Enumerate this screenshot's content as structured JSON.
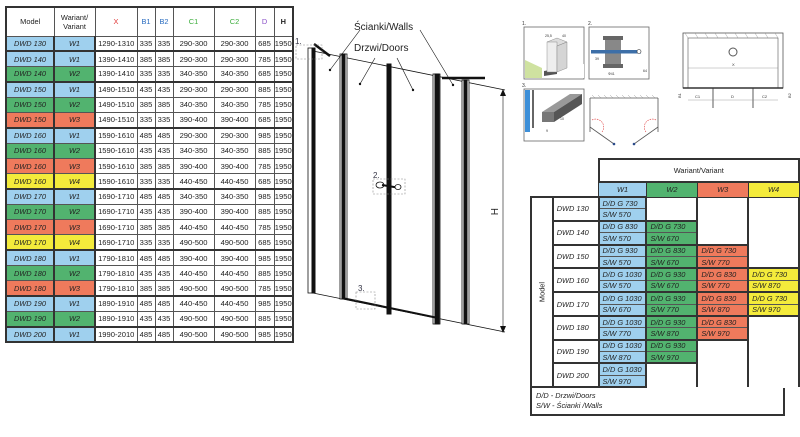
{
  "colors": {
    "w1": "#9fd0ee",
    "w2": "#52b36f",
    "w3": "#ef7a5c",
    "w4": "#f4eb3b",
    "header_x": "#e03a3a",
    "header_b": "#2a6cc0",
    "header_c": "#3cae3c",
    "header_d": "#8a4fc8",
    "header_h": "#222222"
  },
  "spec_table": {
    "headers": {
      "model": "Model",
      "variant_line1": "Wariant/",
      "variant_line2": "Variant",
      "x": "X",
      "b1": "B1",
      "b2": "B2",
      "c1": "C1",
      "c2": "C2",
      "d": "D",
      "h": "H"
    },
    "rows": [
      {
        "model": "DWD 130",
        "variant": "W1",
        "x": "1290-1310",
        "b1": "335",
        "b2": "335",
        "c1": "290-300",
        "c2": "290-300",
        "d": "685",
        "h": "1950"
      },
      {
        "model": "DWD 140",
        "variant": "W1",
        "x": "1390-1410",
        "b1": "385",
        "b2": "385",
        "c1": "290-300",
        "c2": "290-300",
        "d": "785",
        "h": "1950"
      },
      {
        "model": "DWD 140",
        "variant": "W2",
        "x": "1390-1410",
        "b1": "335",
        "b2": "335",
        "c1": "340-350",
        "c2": "340-350",
        "d": "685",
        "h": "1950"
      },
      {
        "model": "DWD 150",
        "variant": "W1",
        "x": "1490-1510",
        "b1": "435",
        "b2": "435",
        "c1": "290-300",
        "c2": "290-300",
        "d": "885",
        "h": "1950"
      },
      {
        "model": "DWD 150",
        "variant": "W2",
        "x": "1490-1510",
        "b1": "385",
        "b2": "385",
        "c1": "340-350",
        "c2": "340-350",
        "d": "785",
        "h": "1950"
      },
      {
        "model": "DWD 150",
        "variant": "W3",
        "x": "1490-1510",
        "b1": "335",
        "b2": "335",
        "c1": "390-400",
        "c2": "390-400",
        "d": "685",
        "h": "1950"
      },
      {
        "model": "DWD 160",
        "variant": "W1",
        "x": "1590-1610",
        "b1": "485",
        "b2": "485",
        "c1": "290-300",
        "c2": "290-300",
        "d": "985",
        "h": "1950"
      },
      {
        "model": "DWD 160",
        "variant": "W2",
        "x": "1590-1610",
        "b1": "435",
        "b2": "435",
        "c1": "340-350",
        "c2": "340-350",
        "d": "885",
        "h": "1950"
      },
      {
        "model": "DWD 160",
        "variant": "W3",
        "x": "1590-1610",
        "b1": "385",
        "b2": "385",
        "c1": "390-400",
        "c2": "390-400",
        "d": "785",
        "h": "1950"
      },
      {
        "model": "DWD 160",
        "variant": "W4",
        "x": "1590-1610",
        "b1": "335",
        "b2": "335",
        "c1": "440-450",
        "c2": "440-450",
        "d": "685",
        "h": "1950"
      },
      {
        "model": "DWD 170",
        "variant": "W1",
        "x": "1690-1710",
        "b1": "485",
        "b2": "485",
        "c1": "340-350",
        "c2": "340-350",
        "d": "985",
        "h": "1950"
      },
      {
        "model": "DWD 170",
        "variant": "W2",
        "x": "1690-1710",
        "b1": "435",
        "b2": "435",
        "c1": "390-400",
        "c2": "390-400",
        "d": "885",
        "h": "1950"
      },
      {
        "model": "DWD 170",
        "variant": "W3",
        "x": "1690-1710",
        "b1": "385",
        "b2": "385",
        "c1": "440-450",
        "c2": "440-450",
        "d": "785",
        "h": "1950"
      },
      {
        "model": "DWD 170",
        "variant": "W4",
        "x": "1690-1710",
        "b1": "335",
        "b2": "335",
        "c1": "490-500",
        "c2": "490-500",
        "d": "685",
        "h": "1950"
      },
      {
        "model": "DWD 180",
        "variant": "W1",
        "x": "1790-1810",
        "b1": "485",
        "b2": "485",
        "c1": "390-400",
        "c2": "390-400",
        "d": "985",
        "h": "1950"
      },
      {
        "model": "DWD 180",
        "variant": "W2",
        "x": "1790-1810",
        "b1": "435",
        "b2": "435",
        "c1": "440-450",
        "c2": "440-450",
        "d": "885",
        "h": "1950"
      },
      {
        "model": "DWD 180",
        "variant": "W3",
        "x": "1790-1810",
        "b1": "385",
        "b2": "385",
        "c1": "490-500",
        "c2": "490-500",
        "d": "785",
        "h": "1950"
      },
      {
        "model": "DWD 190",
        "variant": "W1",
        "x": "1890-1910",
        "b1": "485",
        "b2": "485",
        "c1": "440-450",
        "c2": "440-450",
        "d": "985",
        "h": "1950"
      },
      {
        "model": "DWD 190",
        "variant": "W2",
        "x": "1890-1910",
        "b1": "435",
        "b2": "435",
        "c1": "490-500",
        "c2": "490-500",
        "d": "885",
        "h": "1950"
      },
      {
        "model": "DWD 200",
        "variant": "W1",
        "x": "1990-2010",
        "b1": "485",
        "b2": "485",
        "c1": "490-500",
        "c2": "490-500",
        "d": "985",
        "h": "1950"
      }
    ]
  },
  "diagram": {
    "walls_label": "Ścianki/Walls",
    "doors_label": "Drzwi/Doors",
    "height_label": "H",
    "callout_1": "1.",
    "callout_2": "2.",
    "callout_3": "3."
  },
  "details": {
    "detail_1_num": "1.",
    "detail_1_dim_a": "25,5",
    "detail_1_dim_b": "40",
    "detail_2_num": "2.",
    "detail_2_dim_a": "39",
    "detail_2_dim_b": "Φ41",
    "detail_2_dim_c": "64",
    "detail_3_num": "3.",
    "detail_3_dim_a": "9",
    "detail_3_dim_b": "10",
    "plan_labels": {
      "x": "X",
      "c1": "C1",
      "d": "D",
      "c2": "C2",
      "b1": "B1",
      "b2": "B2"
    }
  },
  "variant_table": {
    "title": "Wariant/Variant",
    "axis_label": "Model",
    "columns": [
      "W1",
      "W2",
      "W3",
      "W4"
    ],
    "rows": [
      {
        "model": "DWD 130",
        "cells": [
          {
            "door": "D/D G 730",
            "wall": "S/W 570"
          },
          null,
          null,
          null
        ]
      },
      {
        "model": "DWD 140",
        "cells": [
          {
            "door": "D/D G 830",
            "wall": "S/W 570"
          },
          {
            "door": "D/D G 730",
            "wall": "S/W 670"
          },
          null,
          null
        ]
      },
      {
        "model": "DWD 150",
        "cells": [
          {
            "door": "D/D G 930",
            "wall": "S/W 570"
          },
          {
            "door": "D/D G 830",
            "wall": "S/W 670"
          },
          {
            "door": "D/D G 730",
            "wall": "S/W 770"
          },
          null
        ]
      },
      {
        "model": "DWD 160",
        "cells": [
          {
            "door": "D/D G 1030",
            "wall": "S/W 570"
          },
          {
            "door": "D/D G 930",
            "wall": "S/W 670"
          },
          {
            "door": "D/D G 830",
            "wall": "S/W 770"
          },
          {
            "door": "D/D G 730",
            "wall": "S/W 870"
          }
        ]
      },
      {
        "model": "DWD 170",
        "cells": [
          {
            "door": "D/D G 1030",
            "wall": "S/W 670"
          },
          {
            "door": "D/D G 930",
            "wall": "S/W 770"
          },
          {
            "door": "D/D G 830",
            "wall": "S/W 870"
          },
          {
            "door": "D/D G 730",
            "wall": "S/W 970"
          }
        ]
      },
      {
        "model": "DWD 180",
        "cells": [
          {
            "door": "D/D G 1030",
            "wall": "S/W 770"
          },
          {
            "door": "D/D G 930",
            "wall": "S/W 870"
          },
          {
            "door": "D/D G 830",
            "wall": "S/W 970"
          },
          null
        ]
      },
      {
        "model": "DWD 190",
        "cells": [
          {
            "door": "D/D G 1030",
            "wall": "S/W 870"
          },
          {
            "door": "D/D G 930",
            "wall": "S/W 970"
          },
          null,
          null
        ]
      },
      {
        "model": "DWD 200",
        "cells": [
          {
            "door": "D/D G 1030",
            "wall": "S/W 970"
          },
          null,
          null,
          null
        ]
      }
    ],
    "legend_line1": "D/D - Drzwi/Doors",
    "legend_line2": "S/W - Ścianki /Walls"
  }
}
